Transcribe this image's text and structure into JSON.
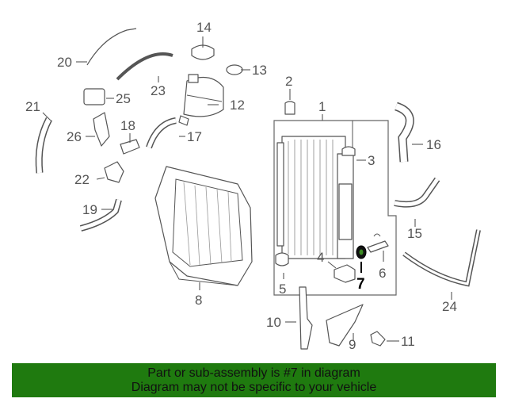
{
  "diagram": {
    "callouts": [
      "1",
      "2",
      "3",
      "4",
      "5",
      "6",
      "7",
      "8",
      "9",
      "10",
      "11",
      "12",
      "13",
      "14",
      "15",
      "16",
      "17",
      "18",
      "19",
      "20",
      "21",
      "22",
      "23",
      "24",
      "25",
      "26"
    ],
    "highlighted": "7"
  },
  "banner": {
    "line1": "Part or sub-assembly is #7 in diagram",
    "line2": "Diagram may not be specific to your vehicle",
    "background": "#1f7a0f"
  }
}
